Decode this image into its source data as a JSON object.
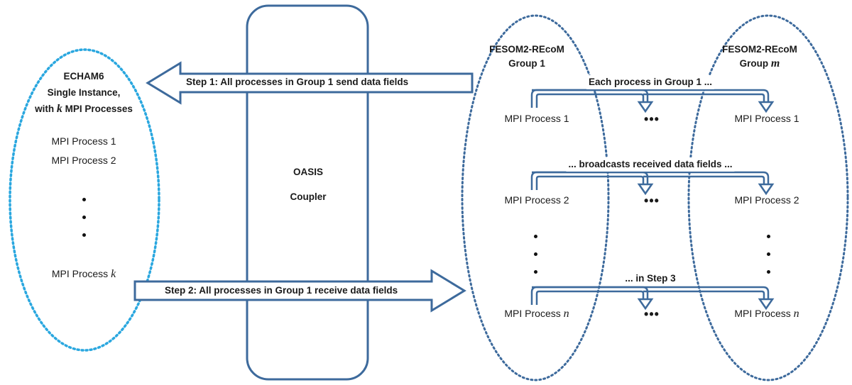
{
  "echam": {
    "title": "ECHAM6",
    "line2": "Single Instance,",
    "line3_prefix": "with ",
    "line3_var": "k",
    "line3_suffix": " MPI Processes",
    "proc1": "MPI Process 1",
    "proc2": "MPI Process 2",
    "prock_prefix": "MPI Process ",
    "prock_var": "k"
  },
  "oasis": {
    "line1": "OASIS",
    "line2": "Coupler"
  },
  "step1": {
    "bold": "Step 1:",
    "rest": " All processes in Group 1 send data fields"
  },
  "step2": {
    "text": "Step 2: All processes in Group 1 receive data fields"
  },
  "group1": {
    "title": "FESOM2-REcoM",
    "subtitle": "Group 1",
    "proc1": "MPI Process 1",
    "proc2": "MPI Process 2",
    "procn_prefix": "MPI Process ",
    "procn_var": "n"
  },
  "groupm": {
    "title": "FESOM2-REcoM",
    "subtitle_prefix": "Group ",
    "subtitle_var": "m",
    "proc1": "MPI Process 1",
    "proc2": "MPI Process 2",
    "procn_prefix": "MPI Process ",
    "procn_var": "n"
  },
  "broadcast": {
    "label1": "Each process in Group 1 ...",
    "label2": "... broadcasts received data fields ...",
    "label3": "... in Step 3",
    "ellipsis": "•••"
  },
  "colors": {
    "echam_border": "#2aa7df",
    "oasis_border": "#3d6a9c",
    "group_border": "#3d6a9c",
    "arrow": "#3d6a9c"
  }
}
